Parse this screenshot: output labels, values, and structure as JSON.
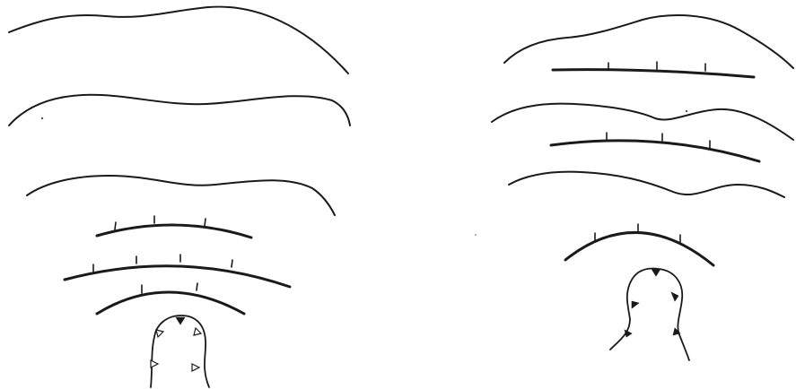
{
  "figure": {
    "background": "#ffffff",
    "ink": "#1a1a1a",
    "panels": [
      {
        "id": "left",
        "contours": 3,
        "fronts": 3,
        "has_dome_with_teeth": true
      },
      {
        "id": "right",
        "contours": 3,
        "fronts": 3,
        "has_dome_with_teeth": true
      }
    ]
  }
}
